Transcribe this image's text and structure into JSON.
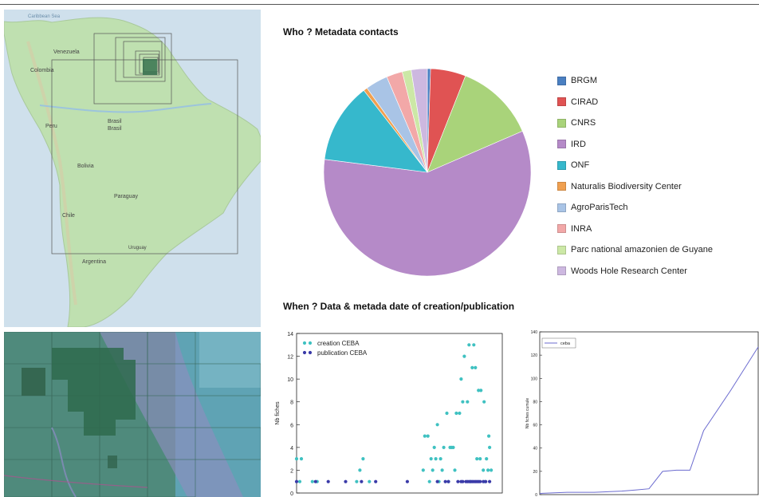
{
  "headings": {
    "who": "Who ? Metadata contacts",
    "when": "When ? Data & metada date of creation/publication"
  },
  "map_labels": {
    "caribbean": "Caribbean Sea",
    "venezuela": "Venezuela",
    "colombia": "Colombia",
    "peru": "Peru",
    "brasil1": "Brasil",
    "brasil2": "Brasil",
    "bolivia": "Bolivia",
    "paraguay": "Paraguay",
    "chile": "Chile",
    "argentina": "Argentina",
    "uruguay": "Uruguay"
  },
  "chart_data": [
    {
      "type": "pie",
      "title": "",
      "legend_placement": "right",
      "slices": [
        {
          "label": "BRGM",
          "value": 0.5,
          "color": "#4a7fc1"
        },
        {
          "label": "CIRAD",
          "value": 5.5,
          "color": "#e05353"
        },
        {
          "label": "CNRS",
          "value": 12.5,
          "color": "#a9d37a"
        },
        {
          "label": "IRD",
          "value": 58.5,
          "color": "#b58ac8"
        },
        {
          "label": "ONF",
          "value": 12.5,
          "color": "#36b8cc"
        },
        {
          "label": "Naturalis Biodiversity Center",
          "value": 0.6,
          "color": "#f0a050"
        },
        {
          "label": "AgroParisTech",
          "value": 3.5,
          "color": "#a9c4e6"
        },
        {
          "label": "INRA",
          "value": 2.5,
          "color": "#f2a8a8"
        },
        {
          "label": "Parc national amazonien de Guyane",
          "value": 1.4,
          "color": "#cce8a6"
        },
        {
          "label": "Woods Hole Research Center",
          "value": 2.5,
          "color": "#cdb8e0"
        }
      ]
    },
    {
      "type": "scatter",
      "ylabel": "Nb fiches",
      "xlim": [
        2000,
        2013
      ],
      "ylim": [
        0,
        14
      ],
      "yticks": [
        0,
        2,
        4,
        6,
        8,
        10,
        12,
        14
      ],
      "legend_placement": "top-left",
      "series": [
        {
          "name": "creation CEBA",
          "color": "#3fc1c1",
          "points": [
            [
              2000.0,
              3
            ],
            [
              2000.2,
              1
            ],
            [
              2000.3,
              3
            ],
            [
              2001,
              1
            ],
            [
              2001.3,
              1
            ],
            [
              2003.8,
              1
            ],
            [
              2004.0,
              2
            ],
            [
              2004.2,
              3
            ],
            [
              2004.6,
              1
            ],
            [
              2008.0,
              2
            ],
            [
              2008.1,
              5
            ],
            [
              2008.3,
              5
            ],
            [
              2008.4,
              1
            ],
            [
              2008.5,
              3
            ],
            [
              2008.6,
              2
            ],
            [
              2008.7,
              4
            ],
            [
              2008.8,
              3
            ],
            [
              2008.9,
              6
            ],
            [
              2009.0,
              1
            ],
            [
              2009.1,
              3
            ],
            [
              2009.2,
              2
            ],
            [
              2009.3,
              4
            ],
            [
              2009.5,
              7
            ],
            [
              2009.6,
              1
            ],
            [
              2009.7,
              4
            ],
            [
              2009.8,
              4
            ],
            [
              2009.9,
              4
            ],
            [
              2010.0,
              2
            ],
            [
              2010.1,
              7
            ],
            [
              2010.3,
              7
            ],
            [
              2010.4,
              10
            ],
            [
              2010.5,
              8
            ],
            [
              2010.6,
              12
            ],
            [
              2010.8,
              8
            ],
            [
              2010.9,
              13
            ],
            [
              2011.0,
              1
            ],
            [
              2011.1,
              11
            ],
            [
              2011.2,
              13
            ],
            [
              2011.3,
              11
            ],
            [
              2011.4,
              3
            ],
            [
              2011.5,
              9
            ],
            [
              2011.6,
              3
            ],
            [
              2011.65,
              9
            ],
            [
              2011.8,
              2
            ],
            [
              2011.85,
              8
            ],
            [
              2011.9,
              1
            ],
            [
              2012.0,
              3
            ],
            [
              2012.1,
              2
            ],
            [
              2012.15,
              5
            ],
            [
              2012.2,
              4
            ],
            [
              2012.3,
              2
            ]
          ]
        },
        {
          "name": "publication CEBA",
          "color": "#3a3aa8",
          "points": [
            [
              2000.0,
              1
            ],
            [
              2001.2,
              1
            ],
            [
              2002.0,
              1
            ],
            [
              2003.1,
              1
            ],
            [
              2004.1,
              1
            ],
            [
              2005.0,
              1
            ],
            [
              2007.0,
              1
            ],
            [
              2008.9,
              1
            ],
            [
              2009.4,
              1
            ],
            [
              2009.6,
              1
            ],
            [
              2010.2,
              1
            ],
            [
              2010.4,
              1
            ],
            [
              2010.5,
              1
            ],
            [
              2010.7,
              1
            ],
            [
              2010.8,
              1
            ],
            [
              2010.9,
              1
            ],
            [
              2011.0,
              1
            ],
            [
              2011.1,
              1
            ],
            [
              2011.2,
              1
            ],
            [
              2011.3,
              1
            ],
            [
              2011.4,
              1
            ],
            [
              2011.5,
              1
            ],
            [
              2011.6,
              1
            ],
            [
              2011.8,
              1
            ],
            [
              2011.95,
              1
            ],
            [
              2012.2,
              1
            ]
          ]
        }
      ]
    },
    {
      "type": "line",
      "ylabel": "Nb fiches cumule",
      "ylim": [
        0,
        140
      ],
      "yticks": [
        0,
        20,
        40,
        60,
        80,
        100,
        120,
        140
      ],
      "legend_placement": "top-left",
      "series": [
        {
          "name": "ceba",
          "color": "#6b6bcf",
          "points": [
            [
              0,
              1
            ],
            [
              1,
              2
            ],
            [
              2,
              2
            ],
            [
              3,
              3
            ],
            [
              3.5,
              4
            ],
            [
              4,
              5
            ],
            [
              4.5,
              20
            ],
            [
              5,
              21
            ],
            [
              5.5,
              21
            ],
            [
              6,
              55
            ],
            [
              7,
              90
            ],
            [
              8,
              127
            ]
          ]
        }
      ]
    }
  ]
}
